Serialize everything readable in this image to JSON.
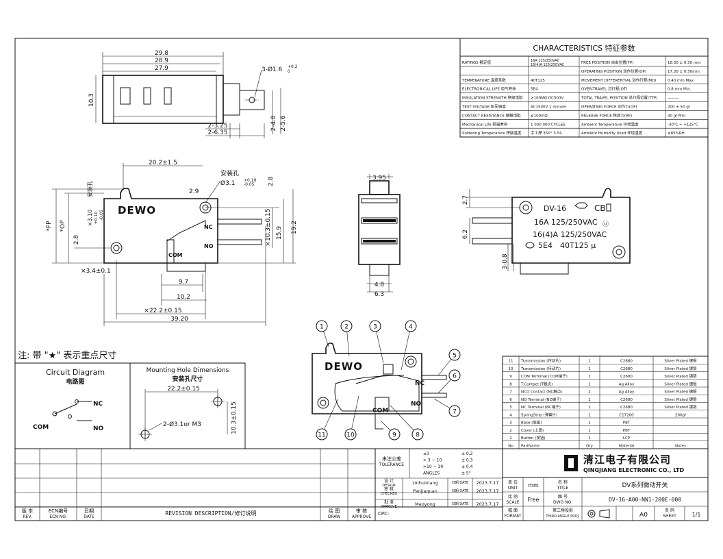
{
  "characteristics": {
    "title": "CHARACTERISTICS 特征参数",
    "rows": [
      [
        "RATINGS 额定值",
        "16A 125/250VAC\n16(4)A 125/250VAC",
        "FREE POSITION 自由位置(FP)",
        "18.30 ± 0.50 mm"
      ],
      [
        "",
        "",
        "OPERATING POSITION 动作位置(OP)",
        "17.30 ± 0.50mm"
      ],
      [
        "TEMPERATURE 温度系数",
        "40T125",
        "MOVEMENT DIFFERENTIAL 动作行程(MD)",
        "0.40 mm Max."
      ],
      [
        "ELECTRONICAL LIFE 电气寿命",
        "5E4",
        "OVER-TRAVEL 过行程(OT)",
        "0.8 mm Min."
      ],
      [
        "INSULATION STRENGTH 绝缘电阻",
        "≥100MΩ DC500V",
        "TOTAL TRAVEL POSITION 总行程位置(TTP)",
        "———"
      ],
      [
        "TEST VOLTAGE 耐压强度",
        "AC1500V 1 minute",
        "OPERATING FORCE 动作力(OF)",
        "200 ± 50 gf"
      ],
      [
        "CONTACT RESISTANCE 接触电阻",
        "≤100mΩ",
        "RELEASE FORCE 释放力(RF)",
        "30 gf Min."
      ],
      [
        "Mechanical Life 机械寿命",
        "1 000 000 CYCLES",
        "Ambient Temperature 环境温度",
        "-40℃ ~ +125℃"
      ],
      [
        "Soldering Temperature 焊接温度",
        "手工焊 350° 3-5S",
        "Ambient Humidity Used 环境湿度",
        "≤85%RH"
      ]
    ]
  },
  "top_view": {
    "dims": [
      "29.8",
      "28.9",
      "27.9",
      "10.3",
      "3-Ø1.6",
      "+0.2",
      "0",
      "2-3.25",
      "2-6.35",
      "2-4.8",
      "2-5.6"
    ]
  },
  "front_view": {
    "brand": "DEWO",
    "mount_label": "安装孔",
    "dims": [
      "20.2±1.5",
      "2.9",
      "Ø3.1",
      "+0.10",
      "-0.05",
      "2.8",
      "*FP",
      "*OP",
      "×3.10",
      "+0.10",
      "-0.05",
      "安装孔",
      "2.8",
      "×3.4±0.1",
      "9.7",
      "10.2",
      "×22.2±0.15",
      "39.20",
      "×10.3±0.15",
      "15.9",
      "19.2"
    ],
    "terminals": [
      "NC",
      "NO",
      "COM"
    ]
  },
  "side_view": {
    "dims": [
      "3.95",
      "4.8",
      "6.3"
    ]
  },
  "back_view": {
    "model": "DV-16",
    "cert": "CB",
    "rating1": "16A 125/250VAC",
    "rating2": "16(4)A 125/250VAC",
    "life": "5E4",
    "temp": "40T125 μ",
    "dims": [
      "2.7",
      "6.2",
      "3-0.8"
    ]
  },
  "note": "注: 带 \"★\" 表示重点尺寸",
  "circuit": {
    "title": "Circuit Diagram",
    "title_cn": "电路图",
    "nc": "NC",
    "no": "NO",
    "com": "COM"
  },
  "mounting": {
    "title": "Mounting Hole Dimensions",
    "title_cn": "安装孔尺寸",
    "d1": "22.2±0.15",
    "d2": "2-Ø3.1or M3",
    "d3": "10.3±0.15"
  },
  "exploded": {
    "brand": "DEWO",
    "callouts": [
      "1",
      "2",
      "3",
      "4",
      "5",
      "6",
      "7",
      "8",
      "9",
      "10",
      "11"
    ],
    "labels": [
      "NC",
      "NO",
      "COM"
    ]
  },
  "bom": {
    "rows": [
      [
        "11",
        "Transmission (传动片)",
        "1",
        "C2680",
        "Silver Plated 镀银"
      ],
      [
        "10",
        "Transmission (传动片)",
        "1",
        "C2680",
        "Silver Plated 镀银"
      ],
      [
        "9",
        "COM Terminal (COM端子)",
        "1",
        "C2680",
        "Silver Plated 镀银"
      ],
      [
        "8",
        "T.Contact (T触点)",
        "1",
        "Ag Alloy",
        "Silver Plated 镀银"
      ],
      [
        "7",
        "NCO Contact (NC触点)",
        "2",
        "Ag Alloy",
        "Silver Plated 镀银"
      ],
      [
        "6",
        "NO Terminal (NO端子)",
        "1",
        "C2680",
        "Silver Plated 镀银"
      ],
      [
        "5",
        "NC Terminal (NC端子)",
        "1",
        "C2680",
        "Silver Plated 镀银"
      ],
      [
        "4",
        "SpringStrip (弹簧片)",
        "1",
        "C17200",
        "200gf"
      ],
      [
        "3",
        "Base (底座)",
        "1",
        "PBT",
        ""
      ],
      [
        "2",
        "Cover (上盖)",
        "1",
        "PBT",
        ""
      ],
      [
        "1",
        "Button (按钮)",
        "1",
        "LCP",
        ""
      ],
      [
        "No",
        "PartName",
        "Qty",
        "Material",
        "Notes"
      ]
    ]
  },
  "company": {
    "cn": "清江电子有限公司",
    "en": "QINGJIANG ELECTRONIC CO., LTD"
  },
  "tolerance": {
    "label_cn": "未注公差",
    "label": "TOLERANCE",
    "rows": [
      [
        "≤3",
        "± 0.2"
      ],
      [
        "> 3 ~ 10",
        "± 0.3"
      ],
      [
        ">10 ~ 30",
        "± 0.4"
      ],
      [
        "ANGLES",
        "± 5°"
      ]
    ]
  },
  "signoff": [
    {
      "cn": "设 计",
      "en": "DESIGN",
      "name": "Linhuixiang",
      "date_label": "日期 DATE",
      "date": "2023.7.17"
    },
    {
      "cn": "审 核",
      "en": "CHECKED",
      "name": "Panjiaquan",
      "date_label": "日期 DATE",
      "date": "2023.7.17"
    },
    {
      "cn": "批 准",
      "en": "APPROVE",
      "name": "Maoyong",
      "date_label": "日期 DATE",
      "date": "2023.7.17"
    }
  ],
  "titleblock": {
    "unit_cn": "单 位",
    "unit": "UNIT",
    "unit_val": "mm",
    "title_cn": "名 称",
    "title": "TITLE",
    "title_val": "DV系列微动开关",
    "scale_cn": "比 例",
    "scale": "SCALE",
    "scale_val": "Free",
    "dwg_cn": "图 号",
    "dwg": "DWG NO.",
    "dwg_val": "DV-16-A00-NN1-200E-000",
    "format_cn": "幅 面",
    "format": "FORMAT",
    "proj_cn": "第三角投影",
    "proj": "THIRD ANGLE PROJ.",
    "size": "A0",
    "sheet_cn": "页 码",
    "sheet": "SHEET",
    "sheet_val": "1/1"
  },
  "revision": {
    "rev_cn": "版 本",
    "rev": "REV.",
    "ecn_cn": "ECN编号",
    "ecn": "ECN NO.",
    "date_cn": "日期",
    "date": "DATE",
    "desc": "REVISION DESCRIPTION/修订说明",
    "draw_cn": "绘 图",
    "draw": "DRAW",
    "approve_cn": "审 核",
    "approve": "APPROVE",
    "cpc": "CPC:"
  }
}
